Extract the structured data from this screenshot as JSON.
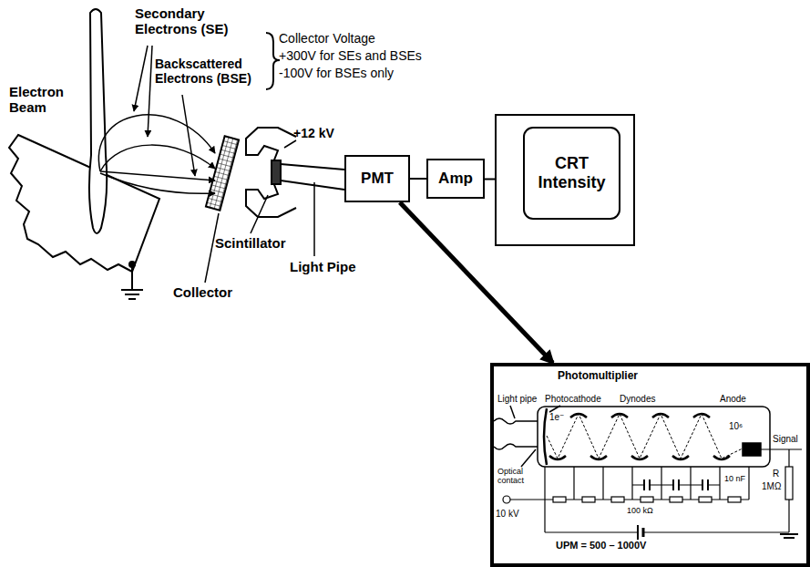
{
  "diagram": {
    "nodes": [
      {
        "text": [
          "PMT"
        ]
      },
      {
        "text": [
          "Amp"
        ]
      },
      {
        "text": [
          "CRT Intensity"
        ]
      },
      {
        "text": [
          "Photomultiplier"
        ]
      }
    ],
    "edges": [
      {
        "from": 0,
        "to": 1,
        "arrow": "none"
      },
      {
        "from": 1,
        "to": 2,
        "arrow": "none"
      },
      {
        "from": 0,
        "to": 3,
        "arrow": "to"
      }
    ],
    "labels": [
      "Electron Beam",
      "Secondary Electrons (SE)",
      "Backscattered Electrons (BSE)",
      "Collector Voltage",
      "+300V for SEs and BSEs",
      "-100V for BSEs only",
      "+12 kV",
      "Scintillator",
      "Collector",
      "Light Pipe",
      "Light pipe",
      "Photocathode",
      "Dynodes",
      "Anode",
      "1e⁻",
      "10⁶",
      "Signal",
      "Optical contact",
      "10 kV",
      "10 nF",
      "100 kΩ",
      "R",
      "1MΩ",
      "UPM = 500 – 1000V"
    ]
  }
}
